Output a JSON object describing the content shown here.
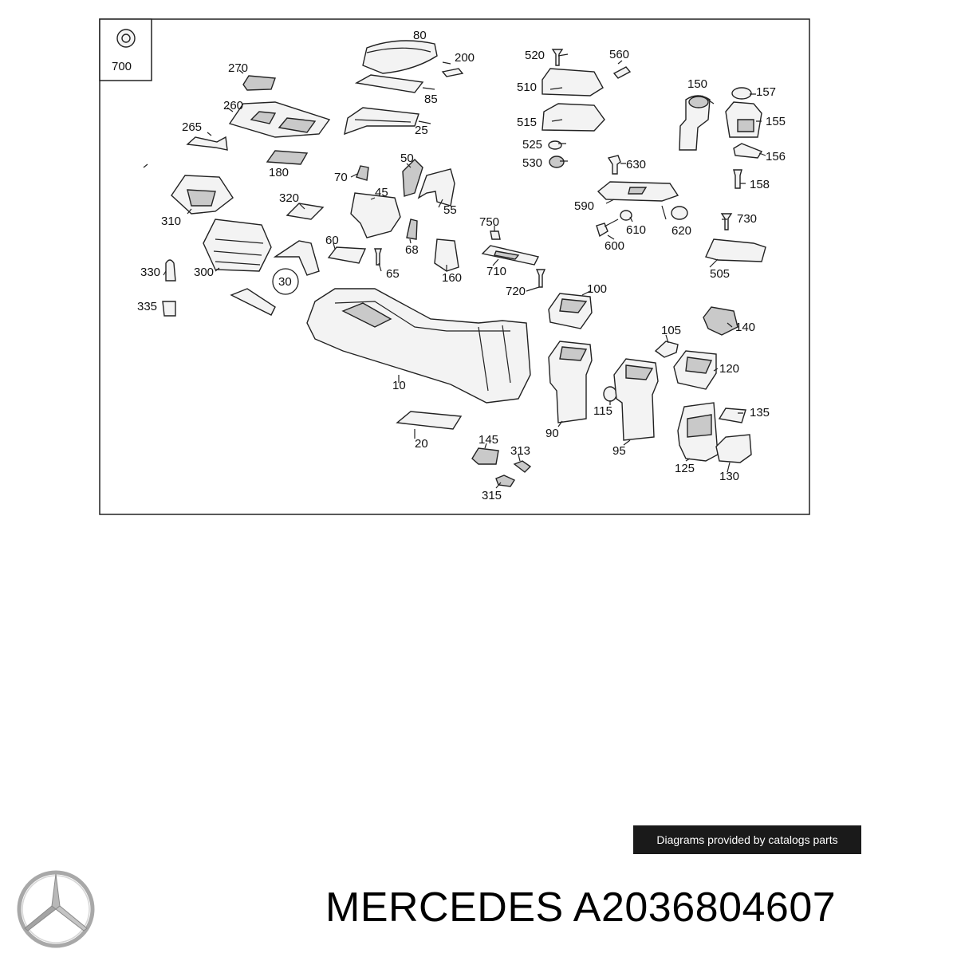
{
  "diagram": {
    "inset_label": "700",
    "callouts": [
      "80",
      "200",
      "85",
      "25",
      "270",
      "260",
      "265",
      "180",
      "520",
      "560",
      "510",
      "515",
      "525",
      "530",
      "150",
      "157",
      "155",
      "156",
      "158",
      "630",
      "590",
      "610",
      "600",
      "620",
      "730",
      "505",
      "70",
      "50",
      "45",
      "55",
      "68",
      "320",
      "310",
      "300",
      "60",
      "65",
      "160",
      "750",
      "710",
      "720",
      "330",
      "335",
      "30",
      "10",
      "20",
      "145",
      "313",
      "315",
      "100",
      "105",
      "140",
      "90",
      "115",
      "95",
      "120",
      "135",
      "125",
      "130"
    ]
  },
  "credit_text": "Diagrams provided by catalogs parts",
  "brand": {
    "title": "MERCEDES A2036804607",
    "logo_icon": "mercedes-star-logo"
  },
  "colors": {
    "frame": "#222222",
    "credit_bg": "#1a1a1a",
    "credit_fg": "#ffffff"
  }
}
